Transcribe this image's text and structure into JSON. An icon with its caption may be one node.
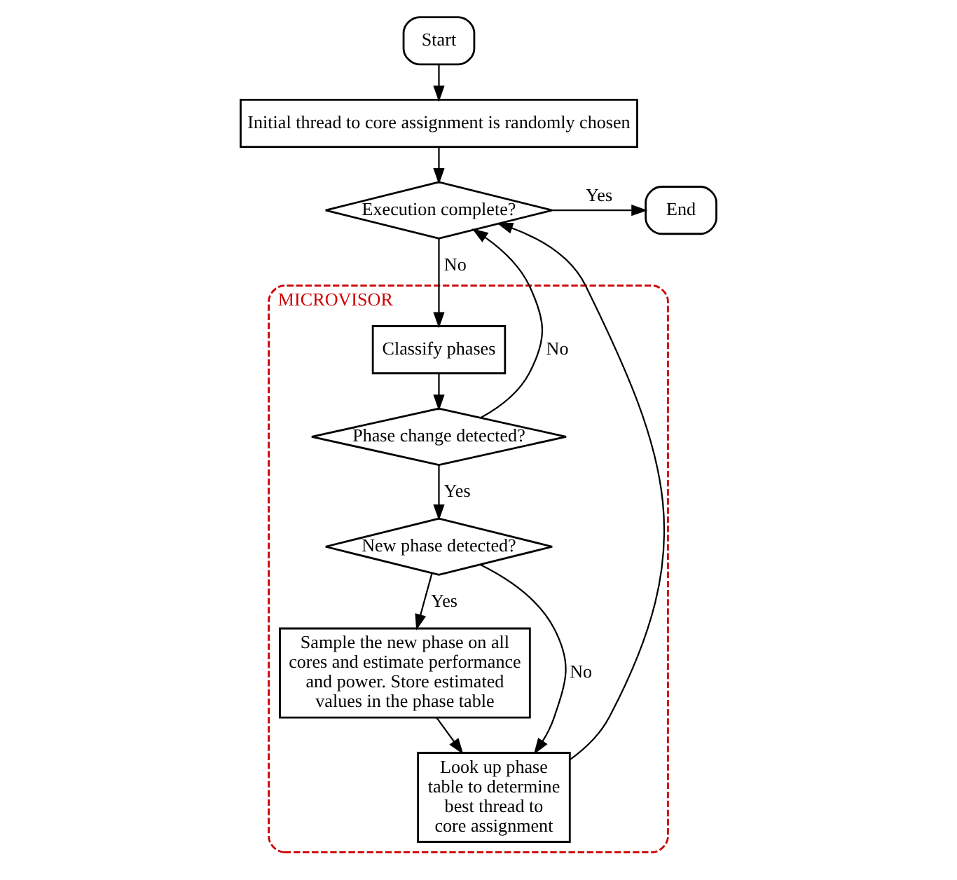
{
  "diagram": {
    "nodes": [
      {
        "text": [
          "Start"
        ]
      },
      {
        "text": [
          "Initial thread to core assignment is randomly chosen"
        ]
      },
      {
        "text": [
          "Execution complete?"
        ]
      },
      {
        "text": [
          "End"
        ]
      },
      {
        "text": [
          "MICROVISOR"
        ]
      },
      {
        "text": [
          "Classify phases"
        ],
        "in": 4
      },
      {
        "text": [
          "Phase change detected?"
        ],
        "in": 4
      },
      {
        "text": [
          "New phase detected?"
        ],
        "in": 4
      },
      {
        "text": [
          "Sample the new phase on all cores and estimate performance and power. Store estimated values in the phase table"
        ],
        "in": 4
      },
      {
        "text": [
          "Look up phase table to determine best thread to core assignment"
        ],
        "in": 4
      }
    ],
    "edges": [
      {
        "from": 0,
        "to": 1,
        "arrow": "to"
      },
      {
        "from": 1,
        "to": 2,
        "arrow": "to"
      },
      {
        "from": 2,
        "to": 3,
        "arrow": "to",
        "label": "Yes"
      },
      {
        "from": 2,
        "to": 5,
        "arrow": "to",
        "label": "No"
      },
      {
        "from": 5,
        "to": 6,
        "arrow": "to"
      },
      {
        "from": 6,
        "to": 2,
        "arrow": "to",
        "label": "No"
      },
      {
        "from": 6,
        "to": 7,
        "arrow": "to",
        "label": "Yes"
      },
      {
        "from": 7,
        "to": 9,
        "arrow": "to",
        "label": "No"
      },
      {
        "from": 7,
        "to": 8,
        "arrow": "to",
        "label": "Yes"
      },
      {
        "from": 8,
        "to": 9,
        "arrow": "to"
      },
      {
        "from": 9,
        "to": 2,
        "arrow": "to"
      }
    ]
  }
}
